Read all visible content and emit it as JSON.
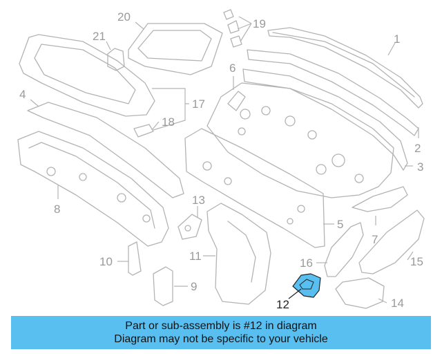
{
  "callouts": [
    "1",
    "2",
    "3",
    "4",
    "5",
    "6",
    "7",
    "8",
    "9",
    "10",
    "11",
    "12",
    "13",
    "14",
    "15",
    "16",
    "17",
    "18",
    "19",
    "20",
    "21"
  ],
  "highlighted_part": "12",
  "banner": {
    "line1": "Part or sub-assembly is #12 in diagram",
    "line2": "Diagram may not be specific to your vehicle"
  },
  "colors": {
    "highlight_fill": "#59bff0",
    "banner_bg": "#59bff0",
    "line_art": "#b3b3b3",
    "highlight_stroke": "#222222"
  }
}
